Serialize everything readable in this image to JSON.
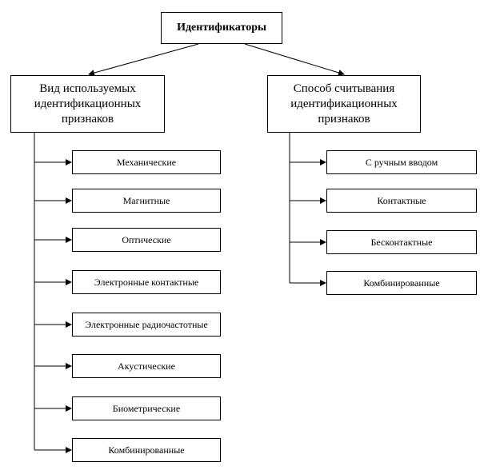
{
  "root": {
    "label": "Идентификаторы"
  },
  "left_branch": {
    "label": "Вид используемых\nидентификационных\nпризнаков",
    "items": [
      {
        "label": "Механические"
      },
      {
        "label": "Магнитные"
      },
      {
        "label": "Оптические"
      },
      {
        "label": "Электронные контактные"
      },
      {
        "label": "Электронные радиочастотные"
      },
      {
        "label": "Акустические"
      },
      {
        "label": "Биометрические"
      },
      {
        "label": "Комбинированные"
      }
    ]
  },
  "right_branch": {
    "label": "Способ считывания\nидентификационных\nпризнаков",
    "items": [
      {
        "label": "С ручным вводом"
      },
      {
        "label": "Контактные"
      },
      {
        "label": "Бесконтактные"
      },
      {
        "label": "Комбинированные"
      }
    ]
  }
}
